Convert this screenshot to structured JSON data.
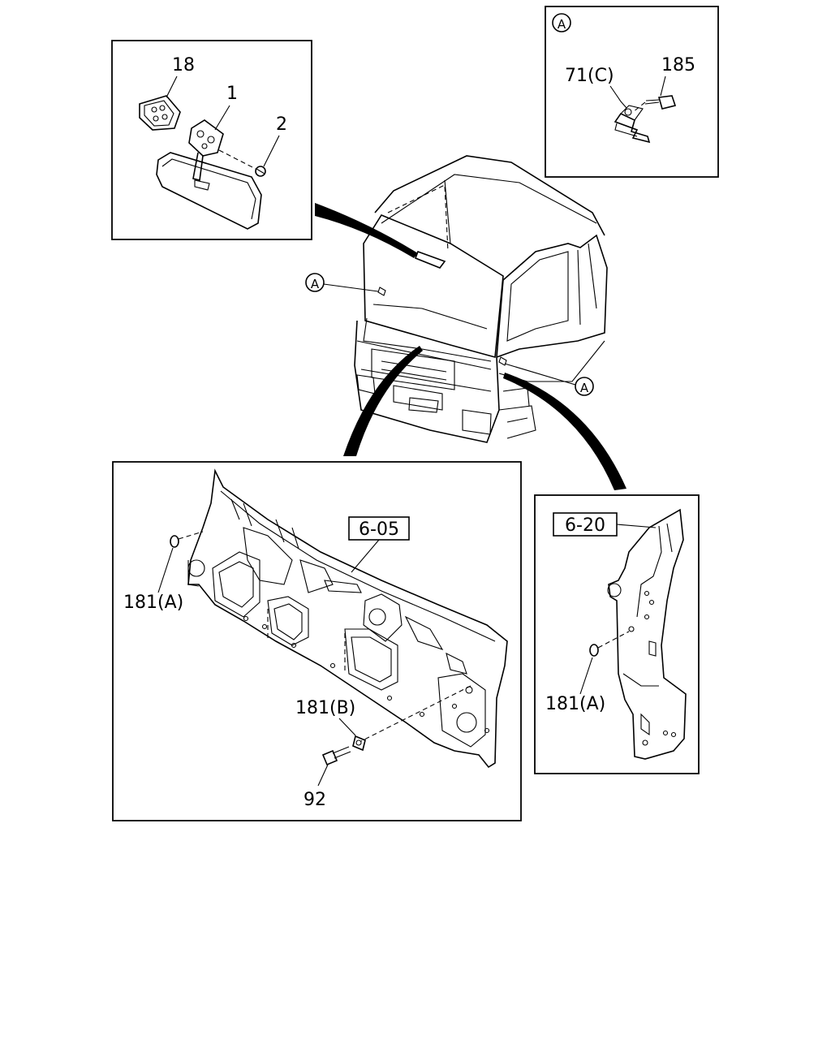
{
  "callouts": {
    "mirror_pad": "18",
    "mirror_bracket": "1",
    "mirror_screw": "2",
    "clip_c": "71(C)",
    "bolt_185": "185",
    "ref_a_box": "A",
    "ref_a_left": "A",
    "ref_a_right": "A",
    "ref_panel_front": "6-05",
    "plug_front": "181(A)",
    "plug_washer": "181(B)",
    "bolt_92": "92",
    "ref_panel_side": "6-20",
    "plug_side": "181(A)"
  }
}
